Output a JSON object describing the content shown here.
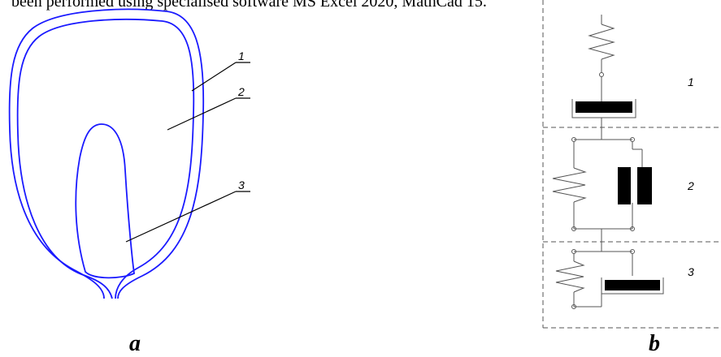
{
  "header_text": "been performed using specialised software MS Excel 2020, MathCad 15.",
  "panel_a": {
    "letter": "a",
    "labels": [
      "1",
      "2",
      "3"
    ]
  },
  "panel_b": {
    "letter": "b",
    "labels": [
      "1",
      "2",
      "3"
    ]
  },
  "colors": {
    "outline": "#1a1aff",
    "ink": "#000000",
    "frame": "#555555"
  }
}
